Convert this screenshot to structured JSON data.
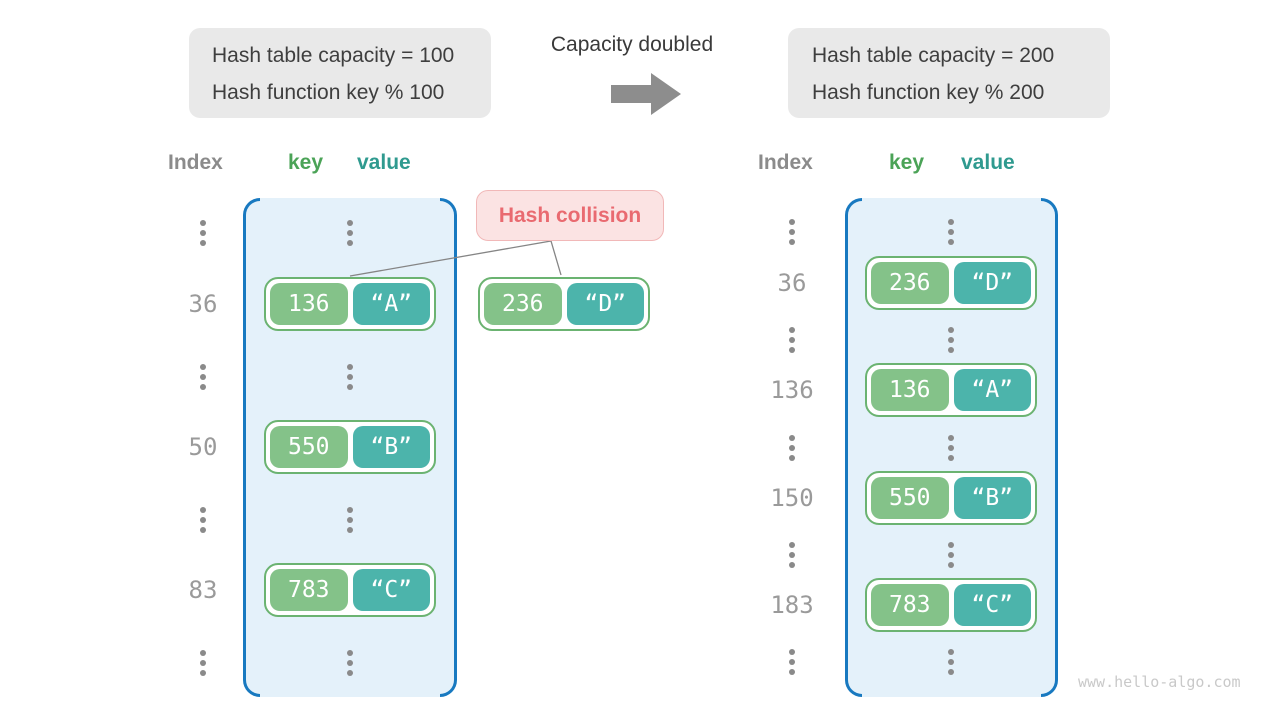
{
  "notes": {
    "left": {
      "line1": "Hash table capacity = 100",
      "line2": "Hash function key % 100"
    },
    "right": {
      "line1": "Hash table capacity = 200",
      "line2": "Hash function key % 200"
    }
  },
  "transition": {
    "label": "Capacity doubled",
    "arrow_icon": "right-block-arrow"
  },
  "collision": {
    "label": "Hash collision",
    "pair": {
      "key": "236",
      "value": "“D”"
    }
  },
  "left_table": {
    "capacity_label": "100",
    "headers": {
      "index": "Index",
      "key": "key",
      "value": "value"
    },
    "rows": [
      {
        "index": "36",
        "key": "136",
        "value": "“A”"
      },
      {
        "index": "50",
        "key": "550",
        "value": "“B”"
      },
      {
        "index": "83",
        "key": "783",
        "value": "“C”"
      }
    ]
  },
  "right_table": {
    "capacity_label": "200",
    "headers": {
      "index": "Index",
      "key": "key",
      "value": "value"
    },
    "rows": [
      {
        "index": "36",
        "key": "236",
        "value": "“D”"
      },
      {
        "index": "136",
        "key": "136",
        "value": "“A”"
      },
      {
        "index": "150",
        "key": "550",
        "value": "“B”"
      },
      {
        "index": "183",
        "key": "783",
        "value": "“C”"
      }
    ]
  },
  "watermark": "www.hello-algo.com",
  "colors": {
    "panel_border_blue": "#1879c0",
    "panel_bg_blue": "#e4f1fa",
    "key_box_green": "#84c289",
    "value_box_teal": "#4cb4ab",
    "pair_border_green": "#6bb371",
    "header_key_green": "#4ba357",
    "header_value_teal": "#2f9a8f",
    "collision_red": "#e96a70",
    "collision_bg": "#fbe3e3",
    "note_bg_gray": "#e9e9e9",
    "arrow_gray": "#8d8d8d",
    "dots_gray": "#8a8a8a",
    "index_text_gray": "#9a9a9a",
    "watermark_gray": "#c9c9c9"
  }
}
